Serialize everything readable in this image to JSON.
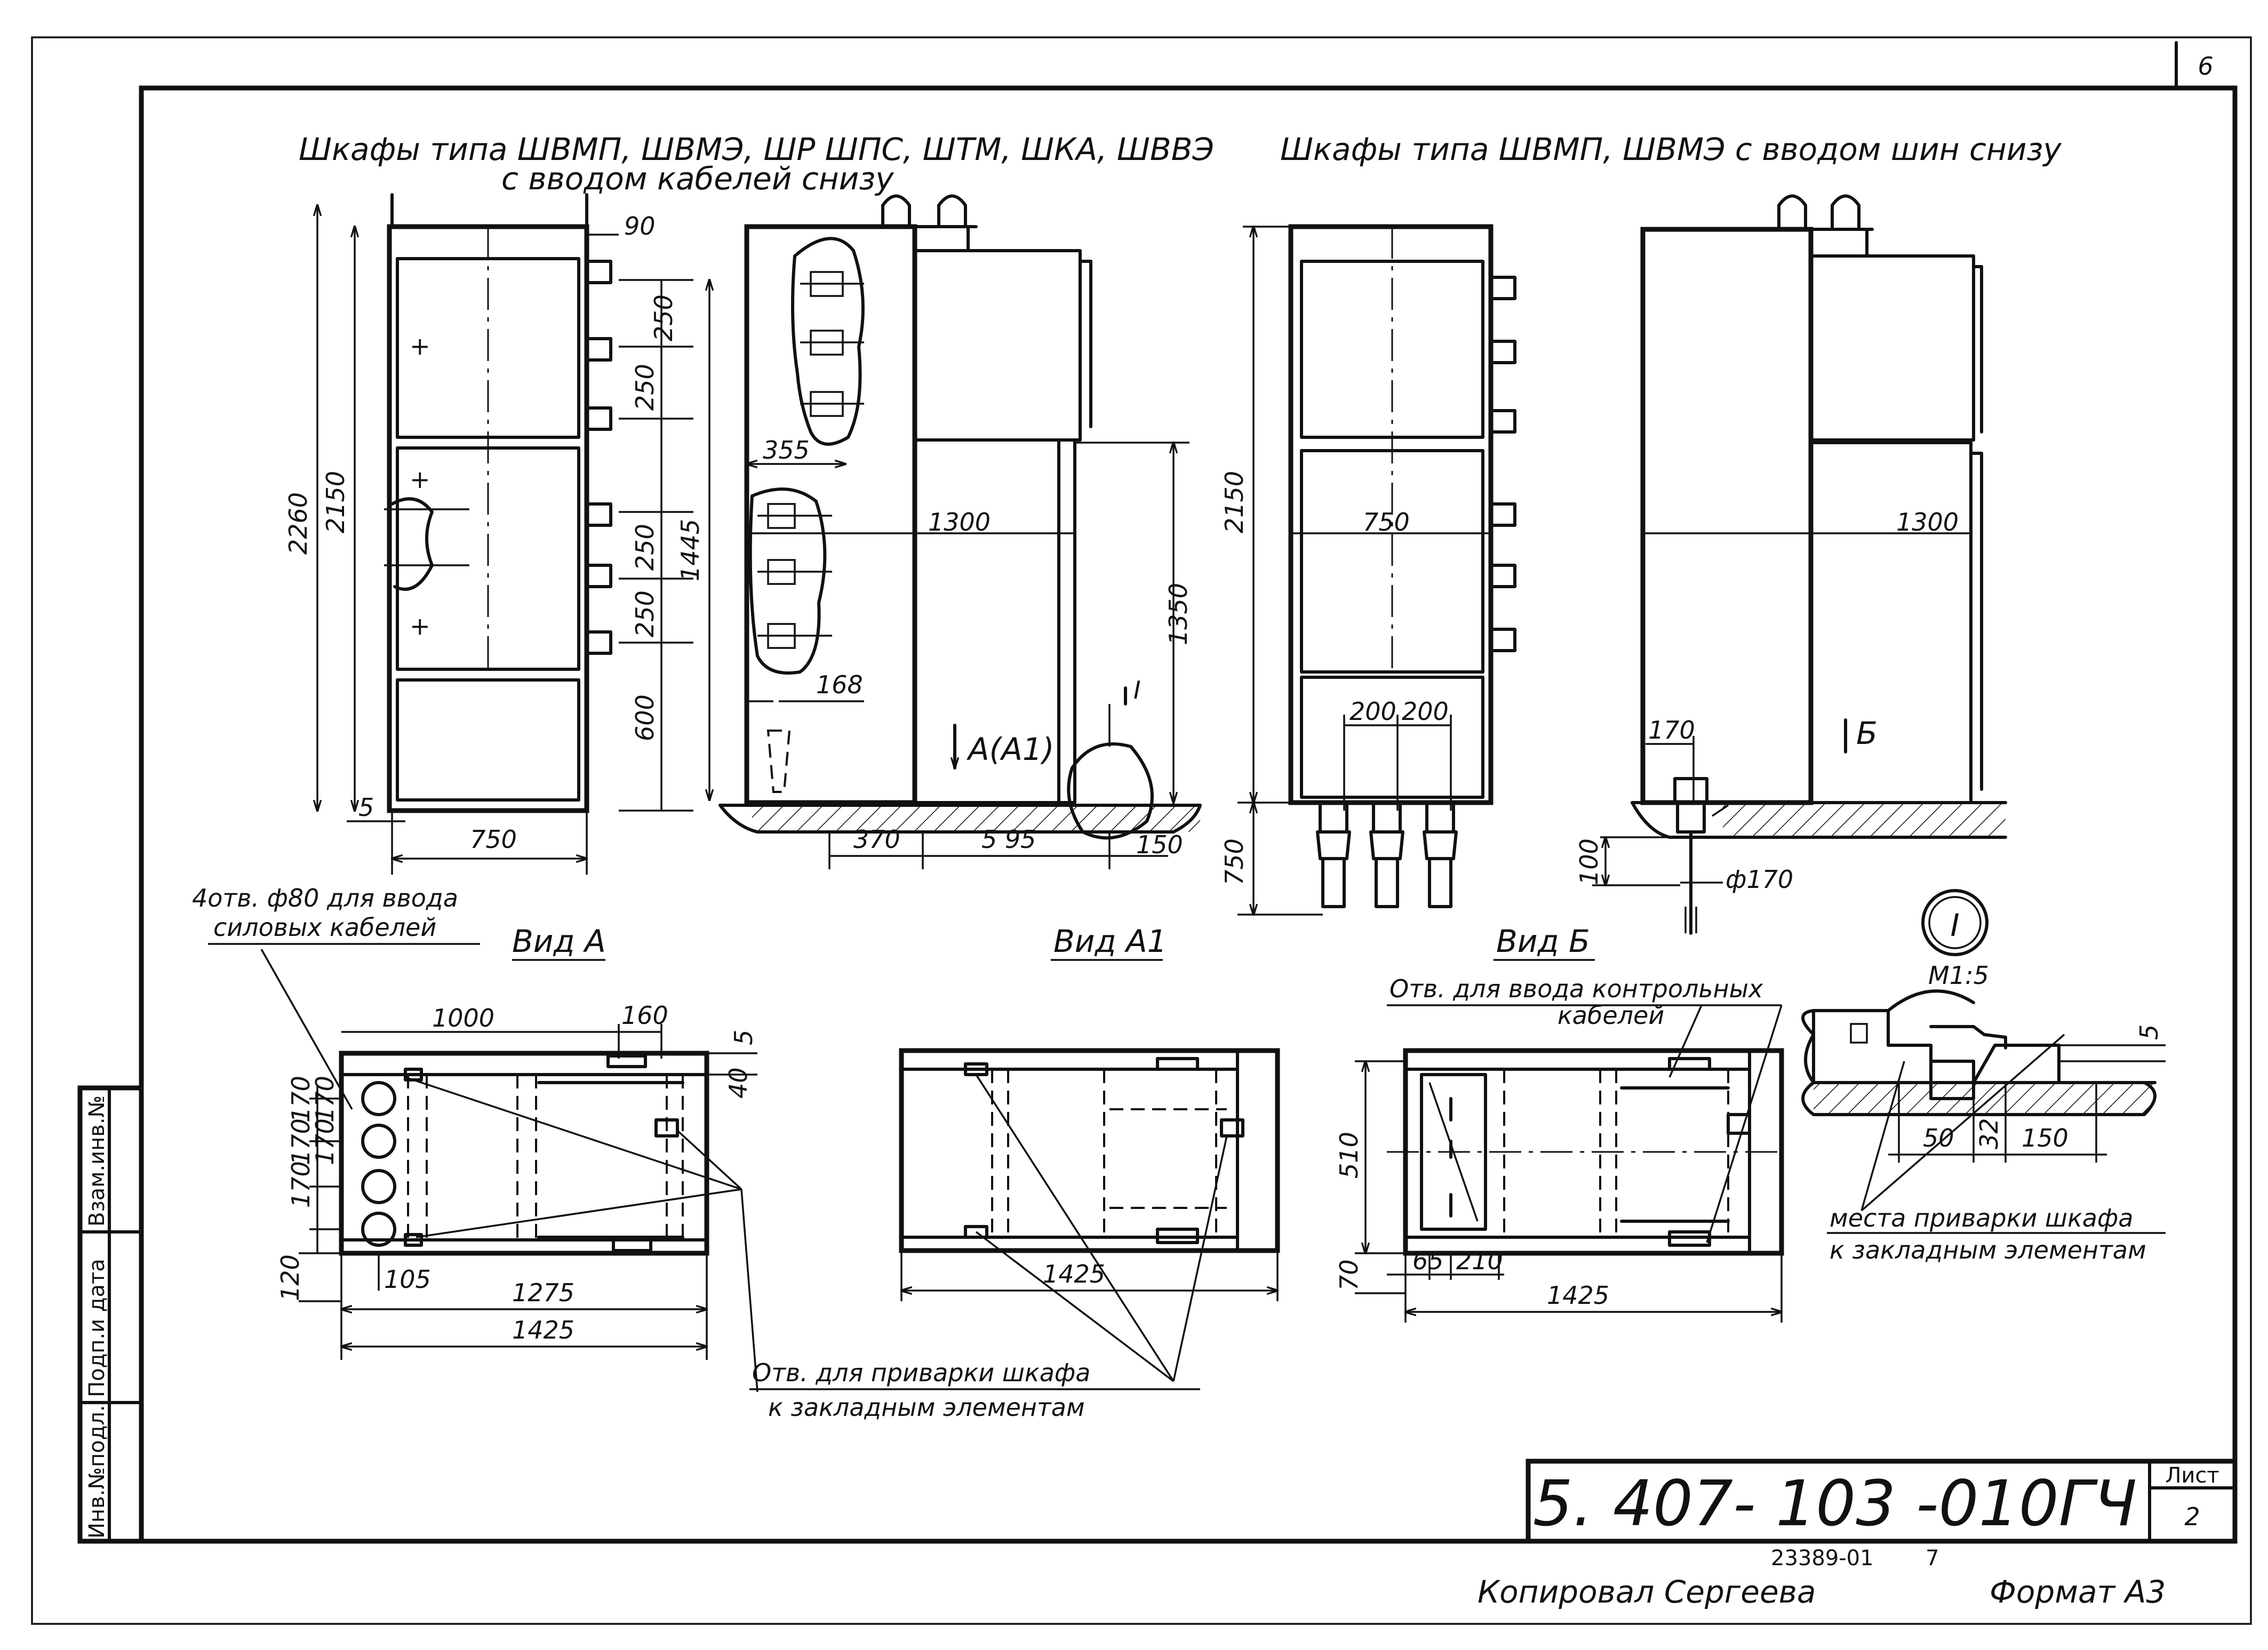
{
  "sheet": {
    "corner_mark": "6",
    "code": "5. 407- 103 -010ГЧ",
    "sheet_label": "Лист",
    "sheet_no": "2",
    "inventory_no": "23389-01",
    "inventory_suffix": "7",
    "copied_by": "Копировал Сергеева",
    "format": "Формат А3",
    "side_stamp": [
      "Инв.№подл.",
      "Подп.и дата",
      "Взам.инв.№"
    ]
  },
  "titles": {
    "left": "Шкафы типа ШВМП, ШВМЭ, ШР ШПС, ШТМ, ШКА, ШВВЭ",
    "left_sub": "с вводом кабелей снизу",
    "right": "Шкафы типа ШВМП, ШВМЭ с вводом шин снизу"
  },
  "dims": {
    "d90": "90",
    "d250a": "250",
    "d250b": "250",
    "d250c": "250",
    "d250d": "250",
    "d2260": "2260",
    "d2150": "2150",
    "d1445": "1445",
    "d600": "600",
    "d5": "5",
    "d750": "750",
    "d355": "355",
    "d1300": "1300",
    "d1350": "1350",
    "d168": "168",
    "d370": "370",
    "d595": "5 95",
    "d150": "150",
    "r2150": "2150",
    "r750": "750",
    "r1300": "1300",
    "r200a": "200",
    "r200b": "200",
    "r750v": "750",
    "r170": "170",
    "r100": "100",
    "r170d": "ф170",
    "a1000": "1000",
    "a160": "160",
    "a5": "5",
    "a40": "40",
    "a170a": "170",
    "a170b": "170",
    "a170c": "170",
    "a170d": "170",
    "a170e": "170",
    "a120": "120",
    "a105": "105",
    "a1275": "1275",
    "a1425": "1425",
    "b1425": "1425",
    "c510": "510",
    "c70": "70",
    "c65": "65",
    "c210": "210",
    "c1425": "1425",
    "e5": "5",
    "e50": "50",
    "e32": "32",
    "e150": "150"
  },
  "labels": {
    "view_a_marker": "А(А1)",
    "section_mark": "I",
    "view_b_marker": "Б",
    "holes_note_1": "4отв. ф80 для ввода",
    "holes_note_2": "силовых кабелей",
    "view_a": "Вид А",
    "view_a1": "Вид А1",
    "view_b": "Вид Б",
    "ctrl_note_1": "Отв. для ввода контрольных",
    "ctrl_note_2": "кабелей",
    "detail_circle": "I",
    "detail_scale": "М1:5",
    "weld_note_1": "Отв. для приварки шкафа",
    "weld_note_2": "к закладным элементам",
    "place_note_1": "места приварки шкафа",
    "place_note_2": "к закладным элементам"
  }
}
